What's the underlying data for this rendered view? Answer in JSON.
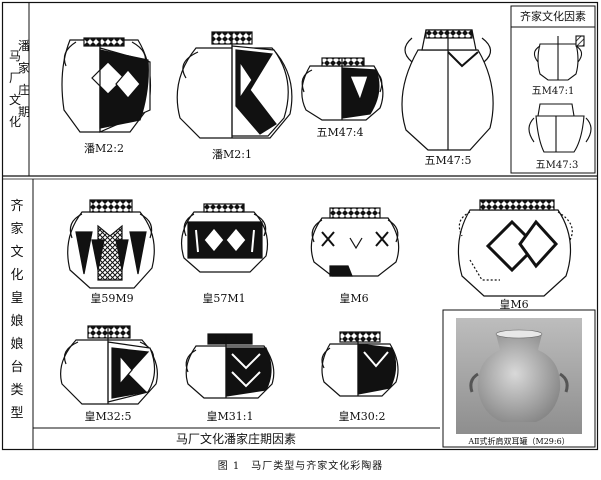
{
  "figure": {
    "caption": "图 1　马厂类型与齐家文化彩陶器",
    "top_row": {
      "side_label": [
        "马",
        "厂",
        "文",
        "化"
      ],
      "side_label2": [
        "潘",
        "家",
        "庄",
        "期"
      ],
      "vessels": [
        "潘M2:2",
        "潘M2:1",
        "五M47:4",
        "五M47:5"
      ],
      "qijia_box_title": "齐家文化因素",
      "qijia_vessels": [
        "五M47:1",
        "五M47:3"
      ]
    },
    "bottom_row": {
      "side_label": [
        "齐",
        "家",
        "文",
        "化",
        "皇",
        "娘",
        "娘",
        "台",
        "类",
        "型"
      ],
      "vessels_row1": [
        "皇59M9",
        "皇57M1",
        "皇M6",
        "皇M6"
      ],
      "vessels_row2": [
        "皇M32:5",
        "皇M31:1",
        "皇M30:2"
      ],
      "footer_label": "马厂文化潘家庄期因素",
      "photo_caption": "AⅡ式折肩双耳罐（M29:6）"
    }
  }
}
